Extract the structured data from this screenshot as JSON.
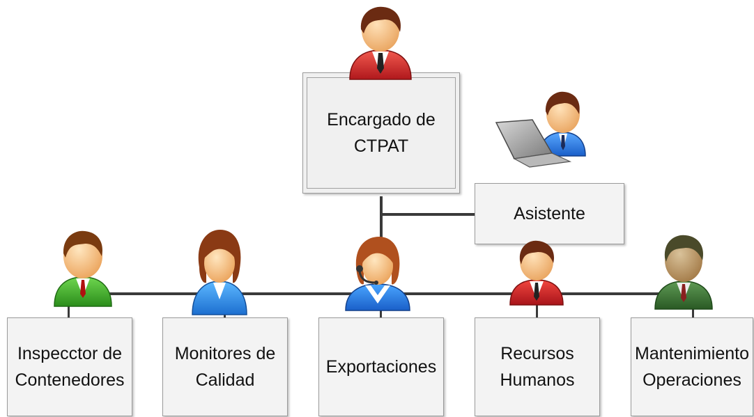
{
  "root": {
    "label": "Encargado de\nCTPAT",
    "icon": "manager-red-suit-icon"
  },
  "assistant": {
    "label": "Asistente",
    "icon": "assistant-laptop-icon"
  },
  "departments": [
    {
      "label": "Inspecctor de\nContenedores",
      "icon": "person-green-suit-icon"
    },
    {
      "label": "Monitores de\nCalidad",
      "icon": "woman-blue-suit-icon"
    },
    {
      "label": "Exportaciones",
      "icon": "headset-woman-icon"
    },
    {
      "label": "Recursos\nHumanos",
      "icon": "person-red-suit-icon"
    },
    {
      "label": "Mantenimiento\nOperaciones",
      "icon": "person-dark-green-suit-icon"
    }
  ],
  "colors": {
    "line": "#3a3a3a",
    "box_fill": "#f3f3f3",
    "box_border": "#9a9a9a"
  }
}
